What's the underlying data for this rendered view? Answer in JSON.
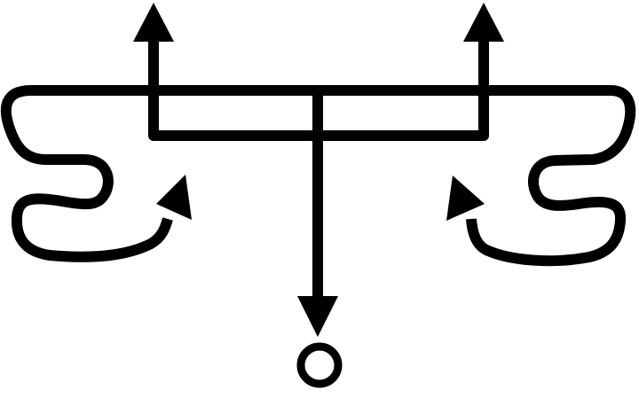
{
  "diagram": {
    "kind": "symbol",
    "colors": {
      "ink": "#000000",
      "background": "#ffffff"
    },
    "elements": {
      "top_bar": "horizontal-bar",
      "left_loop": "left-curl-loop",
      "right_loop": "right-curl-loop",
      "left_up_arrow": "arrow-up",
      "right_up_arrow": "arrow-up",
      "center_down_arrow": "arrow-down",
      "left_curved_arrow": "curved-arrow-up-right",
      "right_curved_arrow": "curved-arrow-up-left",
      "terminal": "circle"
    }
  }
}
